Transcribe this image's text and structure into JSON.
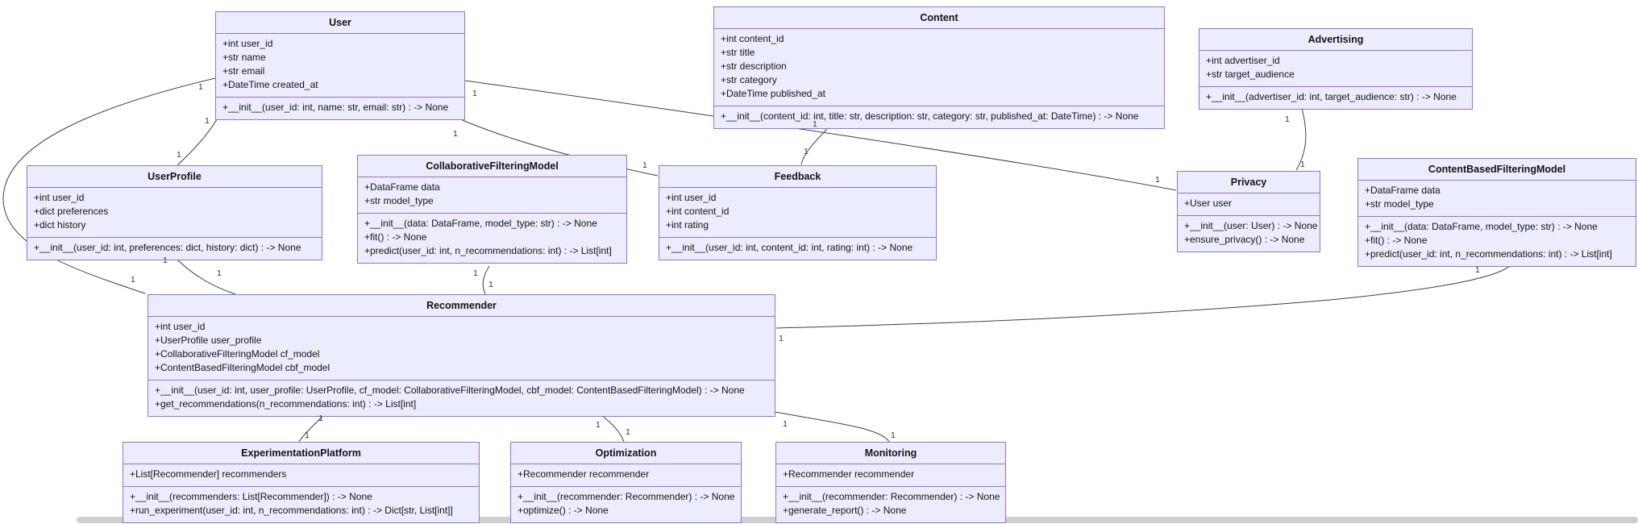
{
  "diagram": {
    "type": "uml-class-diagram",
    "colors": {
      "node_fill": "#ECECFF",
      "node_border": "#9370DB",
      "edge": "#404040",
      "text": "#131313",
      "scrollbar": "#cfcfcf"
    },
    "classes": [
      {
        "id": "User",
        "name": "User",
        "attributes": [
          "+int user_id",
          "+str name",
          "+str email",
          "+DateTime created_at"
        ],
        "methods": [
          "+__init__(user_id: int, name: str, email: str) : -> None"
        ]
      },
      {
        "id": "Content",
        "name": "Content",
        "attributes": [
          "+int content_id",
          "+str title",
          "+str description",
          "+str category",
          "+DateTime published_at"
        ],
        "methods": [
          "+__init__(content_id: int, title: str, description: str, category: str, published_at: DateTime) : -> None"
        ]
      },
      {
        "id": "Advertising",
        "name": "Advertising",
        "attributes": [
          "+int advertiser_id",
          "+str target_audience"
        ],
        "methods": [
          "+__init__(advertiser_id: int, target_audience: str) : -> None"
        ]
      },
      {
        "id": "UserProfile",
        "name": "UserProfile",
        "attributes": [
          "+int user_id",
          "+dict preferences",
          "+dict history"
        ],
        "methods": [
          "+__init__(user_id: int, preferences: dict, history: dict) : -> None"
        ]
      },
      {
        "id": "CollaborativeFilteringModel",
        "name": "CollaborativeFilteringModel",
        "attributes": [
          "+DataFrame data",
          "+str model_type"
        ],
        "methods": [
          "+__init__(data: DataFrame, model_type: str) : -> None",
          "+fit() : -> None",
          "+predict(user_id: int, n_recommendations: int) : -> List[int]"
        ]
      },
      {
        "id": "Feedback",
        "name": "Feedback",
        "attributes": [
          "+int user_id",
          "+int content_id",
          "+int rating"
        ],
        "methods": [
          "+__init__(user_id: int, content_id: int, rating: int) : -> None"
        ]
      },
      {
        "id": "Privacy",
        "name": "Privacy",
        "attributes": [
          "+User user"
        ],
        "methods": [
          "+__init__(user: User) : -> None",
          "+ensure_privacy() : -> None"
        ]
      },
      {
        "id": "ContentBasedFilteringModel",
        "name": "ContentBasedFilteringModel",
        "attributes": [
          "+DataFrame data",
          "+str model_type"
        ],
        "methods": [
          "+__init__(data: DataFrame, model_type: str) : -> None",
          "+fit() : -> None",
          "+predict(user_id: int, n_recommendations: int) : -> List[int]"
        ]
      },
      {
        "id": "Recommender",
        "name": "Recommender",
        "attributes": [
          "+int user_id",
          "+UserProfile user_profile",
          "+CollaborativeFilteringModel cf_model",
          "+ContentBasedFilteringModel cbf_model"
        ],
        "methods": [
          "+__init__(user_id: int, user_profile: UserProfile, cf_model: CollaborativeFilteringModel, cbf_model: ContentBasedFilteringModel) : -> None",
          "+get_recommendations(n_recommendations: int) : -> List[int]"
        ]
      },
      {
        "id": "ExperimentationPlatform",
        "name": "ExperimentationPlatform",
        "attributes": [
          "+List[Recommender] recommenders"
        ],
        "methods": [
          "+__init__(recommenders: List[Recommender]) : -> None",
          "+run_experiment(user_id: int, n_recommendations: int) : -> Dict[str, List[int]]"
        ]
      },
      {
        "id": "Optimization",
        "name": "Optimization",
        "attributes": [
          "+Recommender recommender"
        ],
        "methods": [
          "+__init__(recommender: Recommender) : -> None",
          "+optimize() : -> None"
        ]
      },
      {
        "id": "Monitoring",
        "name": "Monitoring",
        "attributes": [
          "+Recommender recommender"
        ],
        "methods": [
          "+__init__(recommender: Recommender) : -> None",
          "+generate_report() : -> None"
        ]
      }
    ],
    "edges": [
      {
        "from": "User",
        "to": "UserProfile",
        "from_label": "1",
        "to_label": "1"
      },
      {
        "from": "User",
        "to": "Recommender",
        "from_label": "1",
        "to_label": "1"
      },
      {
        "from": "User",
        "to": "Feedback",
        "from_label": "1",
        "to_label": "1"
      },
      {
        "from": "User",
        "to": "Privacy",
        "from_label": "1",
        "to_label": "1"
      },
      {
        "from": "Content",
        "to": "Feedback",
        "from_label": "1",
        "to_label": "1"
      },
      {
        "from": "Advertising",
        "to": "Privacy",
        "from_label": "1",
        "to_label": "1"
      },
      {
        "from": "UserProfile",
        "to": "Recommender",
        "from_label": "1",
        "to_label": "1"
      },
      {
        "from": "CollaborativeFilteringModel",
        "to": "Recommender",
        "from_label": "1",
        "to_label": "1"
      },
      {
        "from": "ContentBasedFilteringModel",
        "to": "Recommender",
        "from_label": "1",
        "to_label": "1"
      },
      {
        "from": "Recommender",
        "to": "ExperimentationPlatform",
        "from_label": "1",
        "to_label": "1"
      },
      {
        "from": "Recommender",
        "to": "Optimization",
        "from_label": "1",
        "to_label": "1"
      },
      {
        "from": "Recommender",
        "to": "Monitoring",
        "from_label": "1",
        "to_label": "1"
      }
    ]
  }
}
